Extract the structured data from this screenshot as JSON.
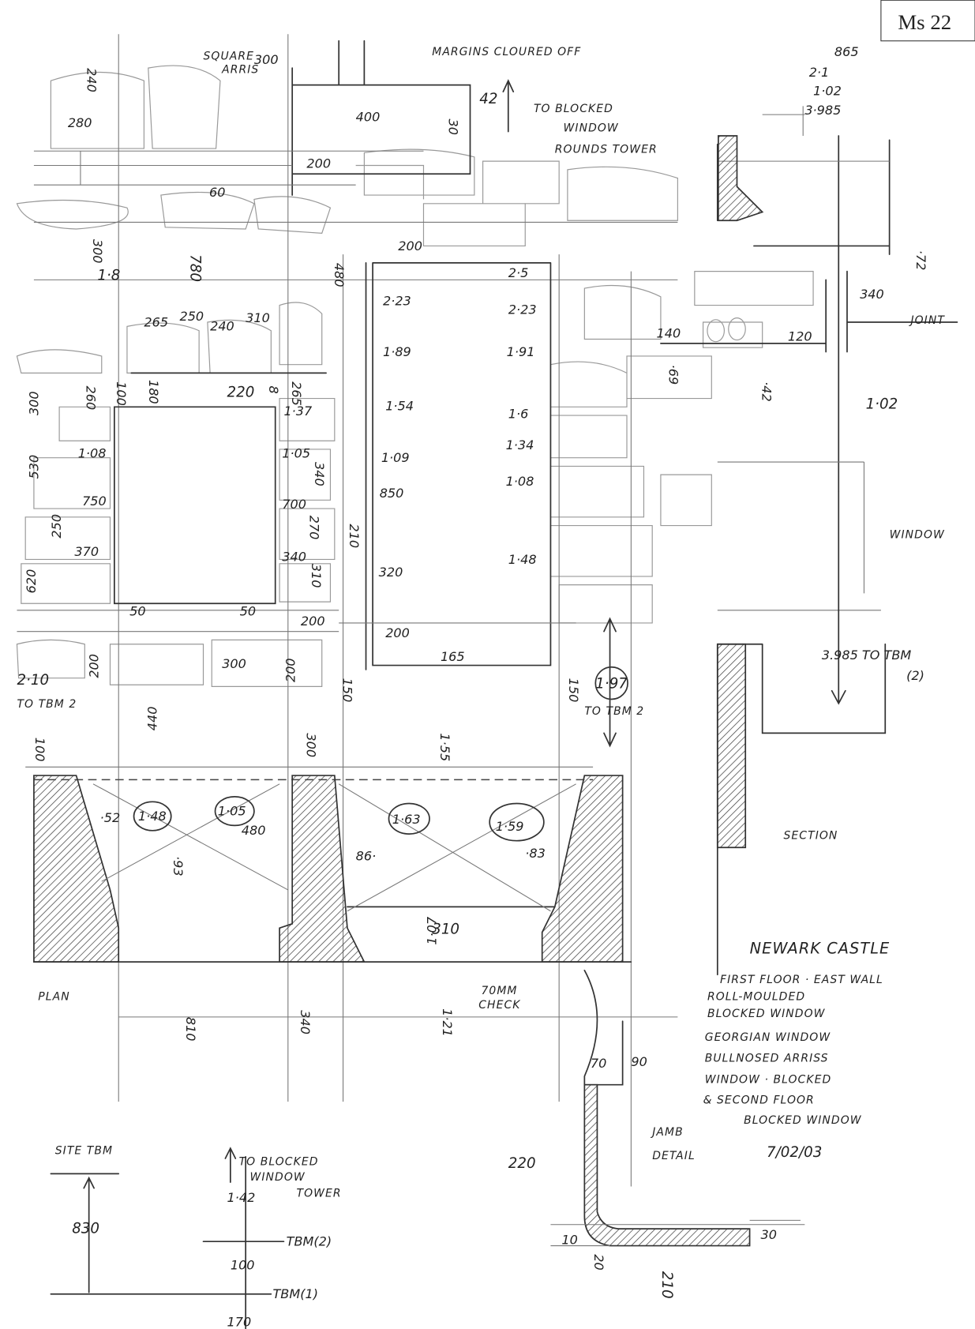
{
  "sheet_id": "Ms 22",
  "title": "NEWARK CASTLE",
  "notes": [
    "FIRST FLOOR · EAST WALL",
    "ROLL-MOULDED",
    "BLOCKED WINDOW",
    "GEORGIAN WINDOW",
    "BULLNOSED ARRISS",
    "WINDOW · BLOCKED",
    "& SECOND FLOOR",
    "BLOCKED WINDOW"
  ],
  "date": "7/02/03",
  "view_labels": {
    "plan": "PLAN",
    "section": "SECTION",
    "jamb": "JAMB",
    "detail": "DETAIL",
    "site_tbm": "SITE TBM"
  },
  "top_notes": {
    "square_arris": "SQUARE",
    "square_arris2": "ARRIS",
    "margins": "MARGINS CLOURED OFF",
    "to_blocked": "TO BLOCKED",
    "window": "WINDOW",
    "rounds_tower": "ROUNDS TOWER",
    "calc1": "865",
    "calc2": "2·1",
    "calc3": "1·02",
    "calc4": "3·985",
    "joint": "JOINT",
    "window_r": "WINDOW",
    "to_tbm_r": "3.985 TO TBM",
    "tbm2_r": "(2)",
    "to_tbm2_l": "TO TBM 2",
    "to_tbm2_c": "TO TBM 2",
    "check": "70MM",
    "check2": "CHECK",
    "tbm_to_blocked": "TO BLOCKED",
    "tbm_window": "WINDOW",
    "tbm_tower": "TOWER",
    "tbm2": "TBM(2)",
    "tbm1": "TBM(1)"
  },
  "dimensions": [
    "240",
    "300",
    "280",
    "400",
    "42",
    "30",
    "200",
    "60",
    "300",
    "1·8",
    "780",
    "480",
    "200",
    "2·5",
    "2·23",
    "2·23",
    "1·89",
    "1·91",
    "1·54",
    "1·6",
    "1·09",
    "1·34",
    "1·08",
    "850",
    "1·48",
    "320",
    "210",
    "165",
    "200",
    "150",
    "150",
    "265",
    "250",
    "240",
    "310",
    "260",
    "100",
    "180",
    "220",
    "8",
    "265",
    "1·37",
    "1·05",
    "340",
    "300",
    "1·08",
    "530",
    "750",
    "250",
    "370",
    "620",
    "700",
    "270",
    "340",
    "310",
    "50",
    "50",
    "200",
    "300",
    "200",
    "2·10",
    "200",
    "440",
    "1·97",
    "140",
    "120",
    "340",
    "·72",
    "1·02",
    "·69",
    "·42",
    "100",
    "300",
    "1·55",
    "·52",
    "1·48",
    "1·05",
    "480",
    "·93",
    "1·63",
    "1·59",
    "86·",
    "·83",
    "310",
    "1·07",
    "810",
    "340",
    "1·21",
    "70",
    "90",
    "220",
    "10",
    "20",
    "30",
    "210",
    "1·42",
    "830",
    "100",
    "170"
  ]
}
